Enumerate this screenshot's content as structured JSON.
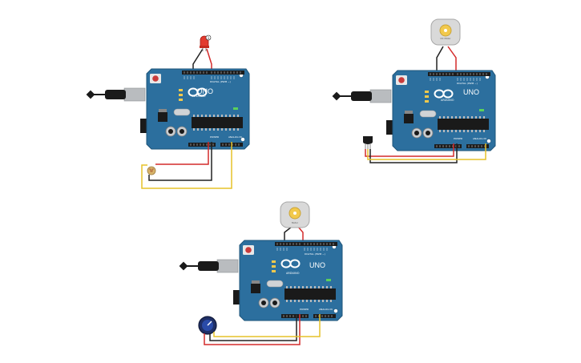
{
  "boards": [
    {
      "name": "board-top-left",
      "brand": "UNO",
      "maker": "ARDUINO",
      "digital_label": "DIGITAL (PWM ~)",
      "power_label": "POWER",
      "analog_label": "ANALOG IN",
      "on_label": "ON",
      "component": "led",
      "component_label": "1"
    },
    {
      "name": "board-top-right",
      "brand": "UNO",
      "maker": "ARDUINO",
      "digital_label": "DIGITAL (PWM ~)",
      "power_label": "POWER",
      "analog_label": "ANALOG IN",
      "on_label": "ON",
      "component": "dc-motor",
      "component_label": "DC Motor"
    },
    {
      "name": "board-bottom",
      "brand": "UNO",
      "maker": "ARDUINO",
      "digital_label": "DIGITAL (PWM ~)",
      "power_label": "POWER",
      "analog_label": "ANALOG IN",
      "on_label": "ON",
      "component": "dc-motor",
      "component_label": "Motor"
    }
  ],
  "colors": {
    "board": "#2c6f9e",
    "board_edge": "#1e5479",
    "wire_red": "#d42b2b",
    "wire_black": "#222222",
    "wire_yellow": "#e6c229",
    "usb": "#b9bcbf",
    "jack": "#1a1a1a"
  }
}
